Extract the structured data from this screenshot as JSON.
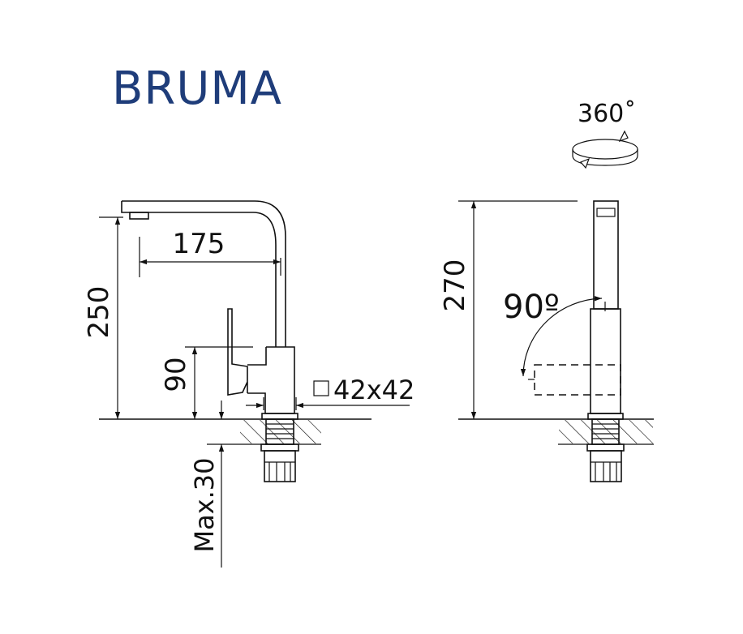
{
  "brand": {
    "name": "BRUMA",
    "color": "#1f3d7a"
  },
  "front_view": {
    "dim_total_height": "250",
    "dim_spout_reach": "175",
    "dim_body_height": "90",
    "dim_body_section": "42x42",
    "dim_max_counter": "Max.30"
  },
  "side_view": {
    "dim_total_height": "270",
    "lever_rotation": "90º",
    "spout_rotation": "360˚"
  },
  "icons": [
    "rotation-360-icon",
    "square-section-icon"
  ]
}
